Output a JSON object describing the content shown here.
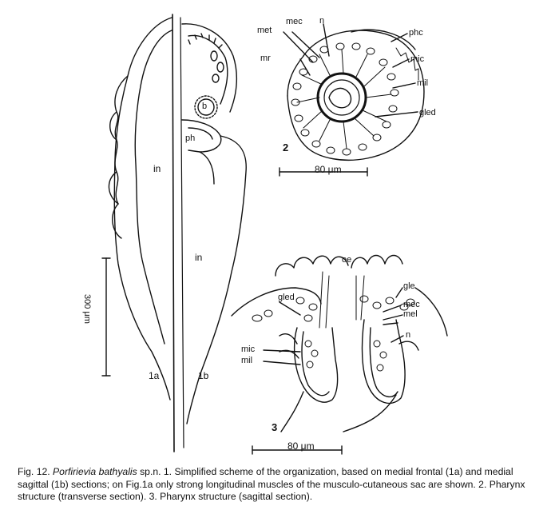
{
  "figure": {
    "labels": {
      "fig1": {
        "in_upper": "in",
        "in_lower": "in",
        "b": "b",
        "ph": "ph",
        "sec_a": "1a",
        "sec_b": "1b",
        "scale": "300 μm"
      },
      "fig2": {
        "met": "met",
        "mec": "mec",
        "n": "n",
        "mr": "mr",
        "phc": "phc",
        "mic": "mic",
        "mil": "mil",
        "gled": "gled",
        "num": "2",
        "scale": "80 μm"
      },
      "fig3": {
        "oe": "oe",
        "gle": "gle",
        "gled": "gled",
        "mec": "mec",
        "mel": "mel",
        "n": "n",
        "mic": "mic",
        "mil": "mil",
        "num": "3",
        "scale": "80 μm"
      }
    }
  },
  "caption": {
    "prefix": "Fig. 12. ",
    "species": "Porfirievia bathyalis",
    "text": " sp.n. 1. Simplified scheme of the organization, based on medial frontal (1a) and medial sagittal (1b) sections; on Fig.1a only strong longitudinal muscles of the musculo-cutaneous sac are shown. 2. Pharynx structure (transverse section). 3. Pharynx structure (sagittal section)."
  }
}
